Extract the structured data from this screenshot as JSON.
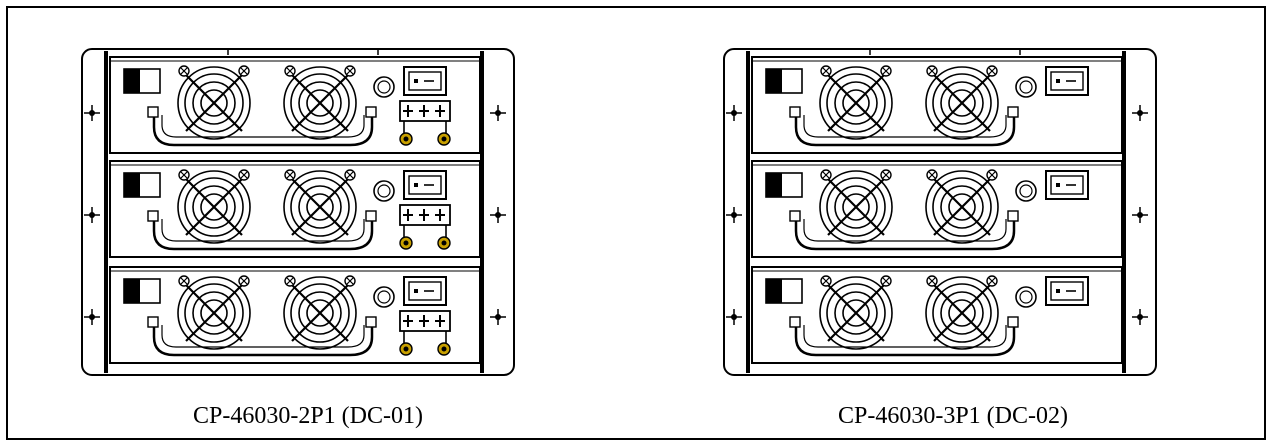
{
  "diagrams": [
    {
      "id": "left",
      "caption": "CP-46030-2P1 (DC-01)",
      "variant": "dc-terminal",
      "modules": [
        {
          "switch_icon": "rocker-switch-on-icon",
          "terminal_block": true
        },
        {
          "switch_icon": "rocker-switch-off-icon",
          "terminal_block": true
        },
        {
          "switch_icon": "rocker-switch-off-icon",
          "terminal_block": true
        }
      ]
    },
    {
      "id": "right",
      "caption": "CP-46030-3P1 (DC-02)",
      "variant": "plain",
      "modules": [
        {
          "switch_icon": "rocker-switch-on-icon",
          "terminal_block": false
        },
        {
          "switch_icon": "rocker-switch-off-icon",
          "terminal_block": false
        },
        {
          "switch_icon": "rocker-switch-off-icon",
          "terminal_block": false
        }
      ]
    }
  ],
  "colors": {
    "line": "#000000",
    "background": "#ffffff",
    "accent": "#c8a000"
  }
}
